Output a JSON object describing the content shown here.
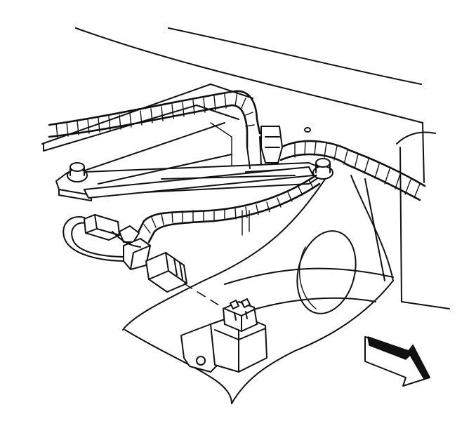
{
  "figure": {
    "kind": "line-art service illustration",
    "components": [
      "fender-panel",
      "inner-fender-wheelhouse",
      "radiator-support-bracket",
      "strut-brace",
      "wiring-harness",
      "harness-connector",
      "sensor-module",
      "mounting-bolt",
      "view-direction-arrow"
    ],
    "colors": {
      "line": "#111111",
      "background": "#ffffff"
    }
  }
}
